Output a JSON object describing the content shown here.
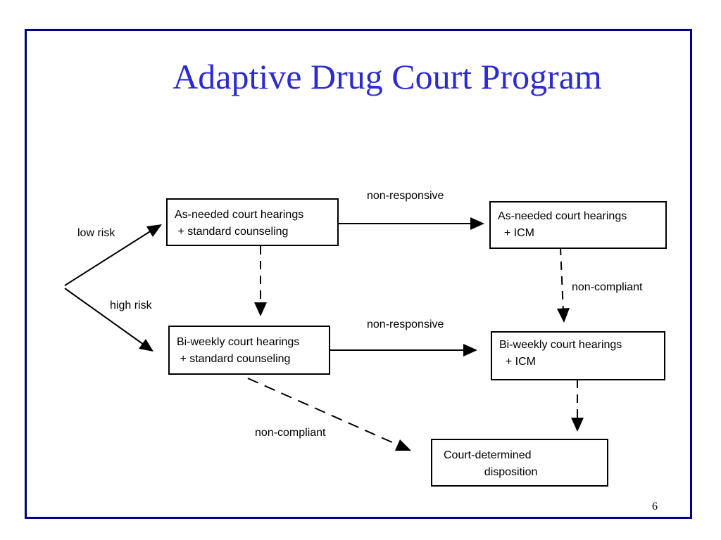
{
  "slide": {
    "title": "Adaptive Drug Court Program",
    "number": "6",
    "border_color": "#000080",
    "title_color": "#2b2bd0"
  },
  "nodes": {
    "asneeded_standard": {
      "line1": "As-needed court hearings",
      "line2": " + standard counseling"
    },
    "asneeded_icm": {
      "line1": "As-needed court hearings",
      "line2": "  + ICM"
    },
    "biweekly_standard": {
      "line1": "Bi-weekly court hearings",
      "line2": " + standard counseling"
    },
    "biweekly_icm": {
      "line1": "Bi-weekly court hearings",
      "line2": "  + ICM"
    },
    "disposition": {
      "line1": "Court-determined",
      "line2": "             disposition"
    }
  },
  "edge_labels": {
    "low_risk": "low risk",
    "high_risk": "high risk",
    "nonresponsive_top": "non-responsive",
    "nonresponsive_bottom": "non-responsive",
    "noncompliant_right": "non-compliant",
    "noncompliant_bottom": "non-compliant"
  }
}
